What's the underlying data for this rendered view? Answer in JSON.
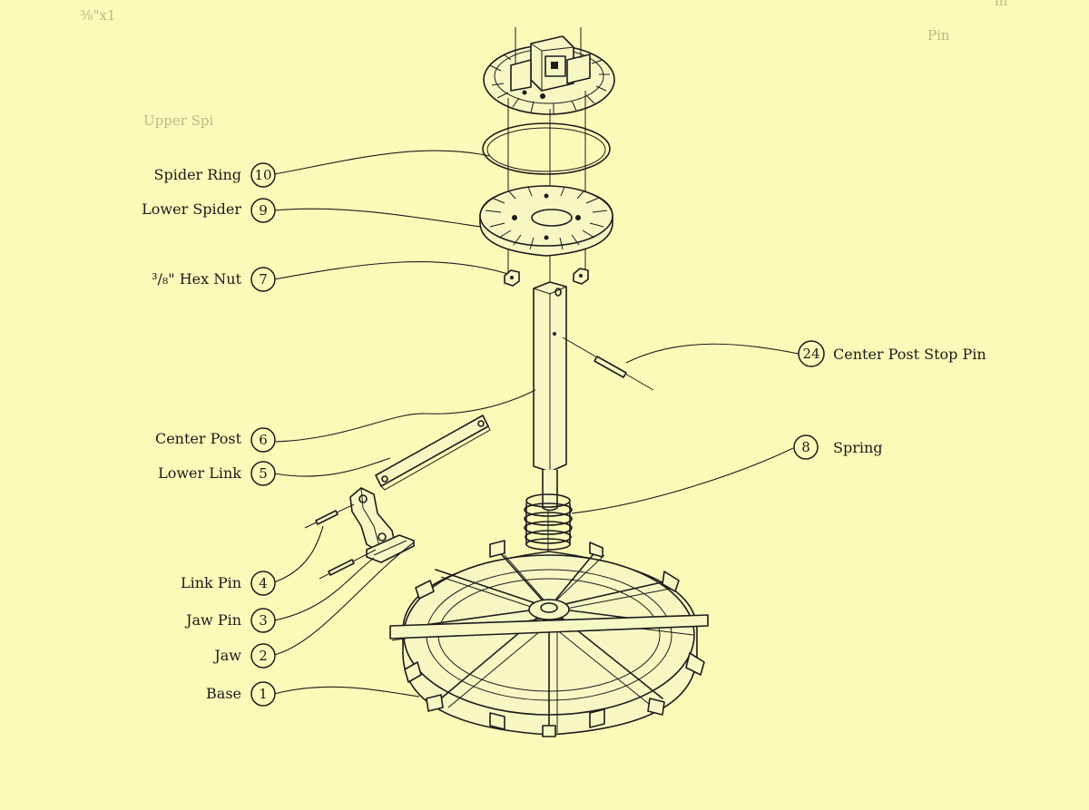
{
  "ghost_text": {
    "top_left": "⅜\"x1",
    "top_right": "Pin",
    "top_right2": "in",
    "left": "Upper Spi"
  },
  "callouts": [
    {
      "id": "spider-ring",
      "number": "10",
      "label": "Spider Ring"
    },
    {
      "id": "lower-spider",
      "number": "9",
      "label": "Lower Spider"
    },
    {
      "id": "hex-nut",
      "number": "7",
      "label": "³/₈\" Hex Nut"
    },
    {
      "id": "center-post-stop-pin",
      "number": "24",
      "label": "Center Post Stop Pin"
    },
    {
      "id": "center-post",
      "number": "6",
      "label": "Center Post"
    },
    {
      "id": "spring",
      "number": "8",
      "label": "Spring"
    },
    {
      "id": "lower-link",
      "number": "5",
      "label": "Lower Link"
    },
    {
      "id": "link-pin",
      "number": "4",
      "label": "Link Pin"
    },
    {
      "id": "jaw-pin",
      "number": "3",
      "label": "Jaw Pin"
    },
    {
      "id": "jaw",
      "number": "2",
      "label": "Jaw"
    },
    {
      "id": "base",
      "number": "1",
      "label": "Base"
    }
  ]
}
